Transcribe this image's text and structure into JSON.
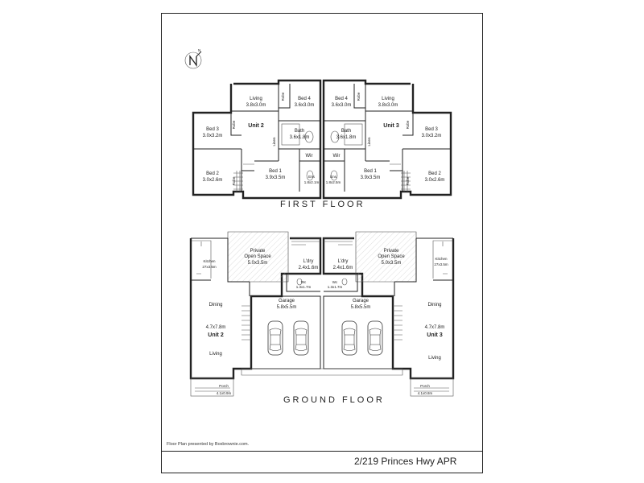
{
  "footer": {
    "credit": "Floor Plan presented by Boxbrownie.com.",
    "address": "2/219 Princes Hwy APR"
  },
  "first_floor": {
    "title": "FIRST FLOOR",
    "unit2": {
      "label": "Unit 2",
      "living": {
        "name": "Living",
        "size": "3.8x3.0m"
      },
      "bed4": {
        "name": "Bed 4",
        "size": "3.6x3.0m"
      },
      "bed3": {
        "name": "Bed 3",
        "size": "3.0x3.2m"
      },
      "bath": {
        "name": "Bath",
        "size": "3.6x1.8m"
      },
      "bed2": {
        "name": "Bed 2",
        "size": "3.0x2.6m"
      },
      "bed1": {
        "name": "Bed 1",
        "size": "3.9x3.5m"
      },
      "ens": {
        "name": "Ens",
        "size": "1.8x2.1m"
      },
      "wir": "Wir",
      "robe": "Robe",
      "linen": "Linen"
    },
    "unit3": {
      "label": "Unit 3",
      "living": {
        "name": "Living",
        "size": "3.8x3.0m"
      },
      "bed4": {
        "name": "Bed 4",
        "size": "3.6x3.0m"
      },
      "bed3": {
        "name": "Bed 3",
        "size": "3.0x3.2m"
      },
      "bath": {
        "name": "Bath",
        "size": "3.6x1.8m"
      },
      "bed2": {
        "name": "Bed 2",
        "size": "3.0x2.6m"
      },
      "bed1": {
        "name": "Bed 1",
        "size": "3.9x3.5m"
      },
      "ens": {
        "name": "Ens",
        "size": "1.8x2.5m"
      },
      "wir": "Wir",
      "robe": "Robe",
      "linen": "Linen"
    }
  },
  "ground_floor": {
    "title": "GROUND FLOOR",
    "unit2": {
      "label": "Unit 2",
      "pos": {
        "name": "Private",
        "name2": "Open Space",
        "size": "5.0x3.5m"
      },
      "kitchen": {
        "name": "Kitchen",
        "size": "27x3.5m"
      },
      "ldry": {
        "name": "L'dry",
        "size": "2.4x1.6m"
      },
      "wc": {
        "name": "Wc",
        "size": "1.3x1.7m"
      },
      "dining": "Dining",
      "living": "Living",
      "size": "4.7x7.8m",
      "garage": {
        "name": "Garage",
        "size": "5.8x5.5m"
      },
      "porch": {
        "name": "Porch",
        "size": "4.1x0.9m"
      }
    },
    "unit3": {
      "label": "Unit 3",
      "pos": {
        "name": "Private",
        "name2": "Open Space",
        "size": "5.0x3.5m"
      },
      "kitchen": {
        "name": "Kitchen",
        "size": "27x3.5m"
      },
      "ldry": {
        "name": "L'dry",
        "size": "2.4x1.6m"
      },
      "wc": {
        "name": "Wc",
        "size": "1.3x1.7m"
      },
      "dining": "Dining",
      "living": "Living",
      "size": "4.7x7.8m",
      "garage": {
        "name": "Garage",
        "size": "5.8x5.5m"
      },
      "porch": {
        "name": "Porch",
        "size": "4.1x0.8m"
      }
    }
  },
  "compass": {
    "icon": "north-arrow-icon",
    "letter": "N"
  }
}
